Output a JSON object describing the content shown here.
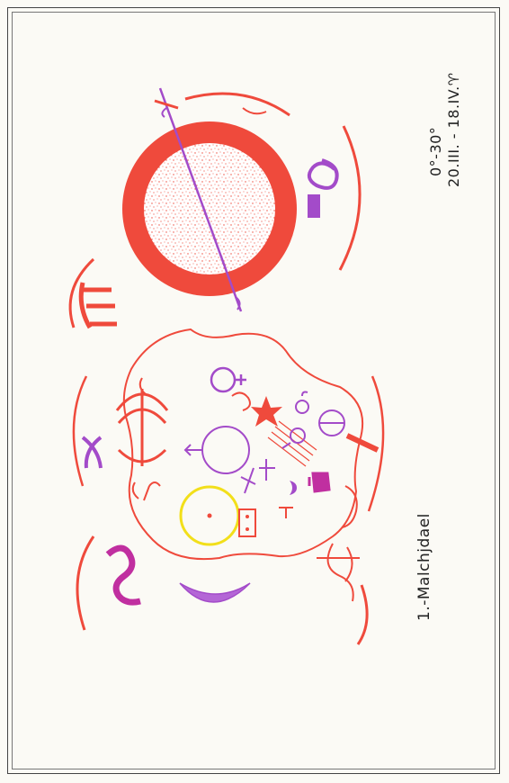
{
  "caption": "1.-Malchjdael",
  "degrees": "0°-30°",
  "dates": "20.III. - 18.IV.♈",
  "colors": {
    "red": "#ef4a3c",
    "purple": "#a34bc9",
    "magenta": "#c02fa0",
    "yellow": "#f2df1a",
    "frame": "#444444"
  },
  "symbols": [
    "sun-disc-icon",
    "saturn-glyph-icon",
    "pisces-glyph-icon",
    "moon-crescent-icon",
    "jupiter-glyph-icon",
    "mars-symbol-icon",
    "venus-symbol-icon",
    "star-icon",
    "mercury-symbol-icon",
    "earth-symbol-icon",
    "aries-glyph-icon"
  ]
}
